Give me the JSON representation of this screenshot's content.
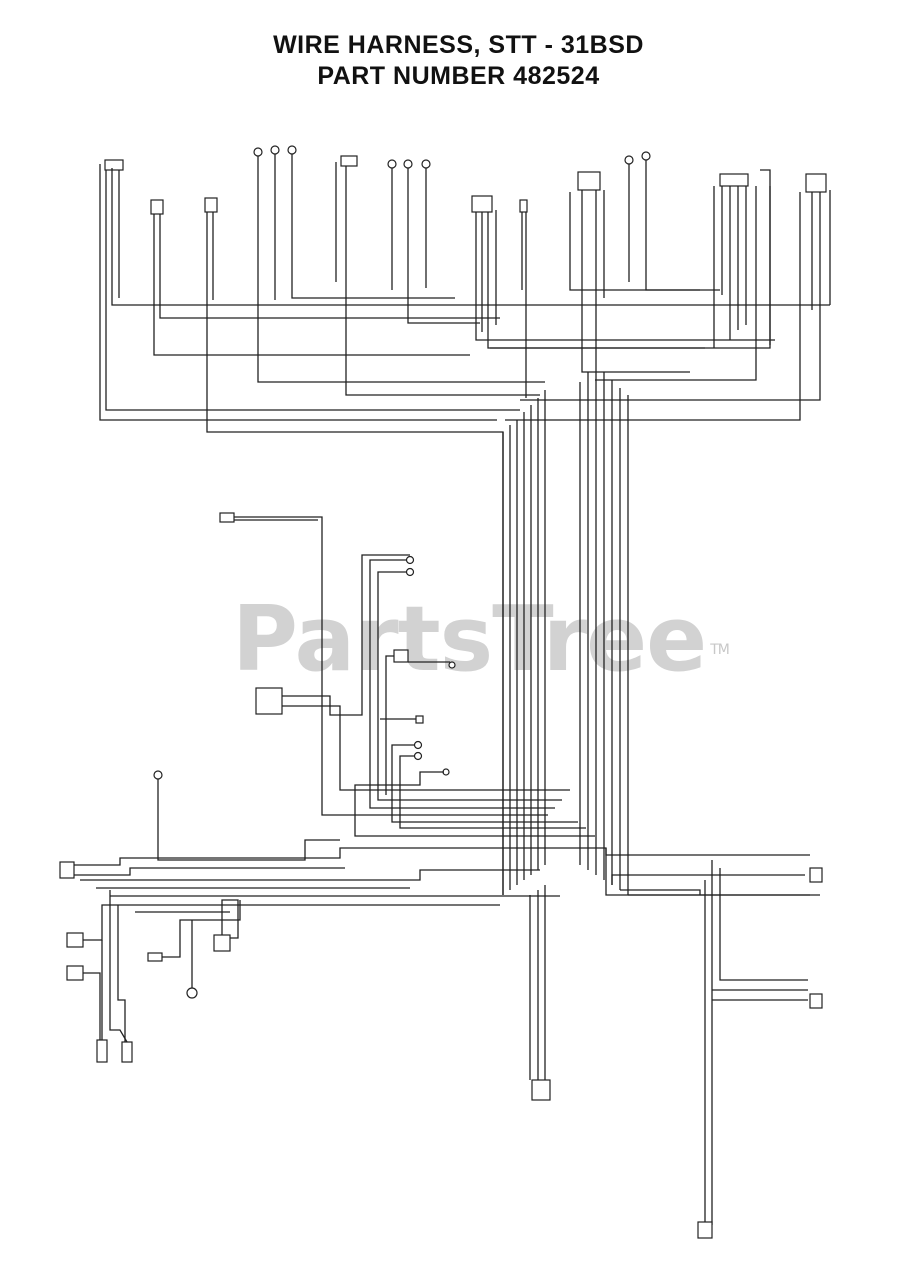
{
  "title": {
    "line1": "WIRE HARNESS, STT - 31BSD",
    "line2": "PART NUMBER 482524"
  },
  "watermark": {
    "text": "PartsTree",
    "trademark": "TM"
  },
  "colors": {
    "wire": "#222222",
    "watermark": "#d2d2d2",
    "background": "#ffffff"
  }
}
